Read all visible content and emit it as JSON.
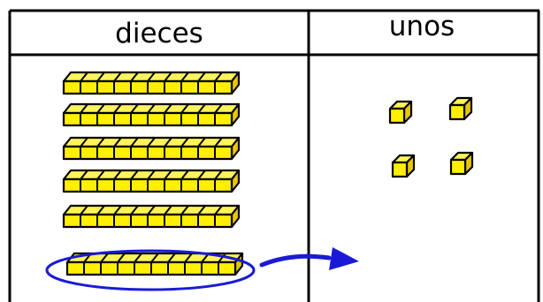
{
  "table": {
    "headers": [
      "dieces",
      "unos"
    ]
  },
  "blocks": {
    "tens_rods": 6,
    "cubes_per_rod": 10,
    "ones_cubes": 4,
    "highlighted_rod_index": 5
  },
  "colors": {
    "block_fill": "#ffef00",
    "block_top": "#fff35a",
    "block_side": "#e6c800",
    "block_stroke": "#000000",
    "highlight": "#1a1ad6",
    "grid_line": "#000000"
  }
}
